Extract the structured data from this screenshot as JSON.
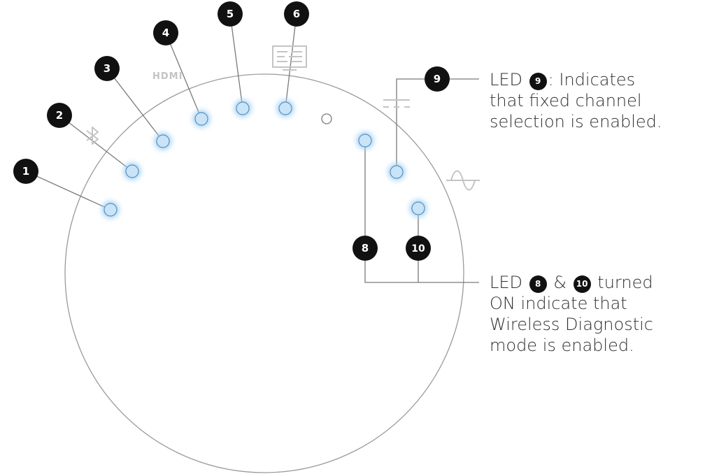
{
  "leds": [
    {
      "id": "1",
      "label": "1",
      "state": "on"
    },
    {
      "id": "2",
      "label": "2",
      "state": "on"
    },
    {
      "id": "3",
      "label": "3",
      "state": "on"
    },
    {
      "id": "4",
      "label": "4",
      "state": "on"
    },
    {
      "id": "5",
      "label": "5",
      "state": "on"
    },
    {
      "id": "6",
      "label": "6",
      "state": "on"
    },
    {
      "id": "center",
      "label": "",
      "state": "off"
    },
    {
      "id": "8",
      "label": "8",
      "state": "on"
    },
    {
      "id": "9",
      "label": "9",
      "state": "on"
    },
    {
      "id": "10",
      "label": "10",
      "state": "on"
    }
  ],
  "icons": {
    "hdmi": "HDMI",
    "bluetooth": "bluetooth-icon",
    "tv": "tv-icon",
    "dc": "dc-icon",
    "ac": "ac-wave-icon"
  },
  "callouts": {
    "led9": {
      "prefix": "LED",
      "badge": "9",
      "line1_rest": ": Indicates",
      "line2": "that fixed channel",
      "line3": "selection is enabled."
    },
    "led8_10": {
      "prefix": "LED",
      "badge1": "8",
      "amp": "&",
      "badge2": "10",
      "line1_rest": "turned",
      "line2": "ON indicate that",
      "line3": "Wireless Diagnostic",
      "line4": "mode is enabled."
    }
  },
  "colors": {
    "led_fill": "#c9e3f7",
    "led_stroke": "#5a8fbf",
    "led_glow": "#9fd0f5",
    "badge": "#111111",
    "line": "#7a7a7a",
    "circle": "#9a9a9a",
    "icon": "#c4c4c4"
  }
}
